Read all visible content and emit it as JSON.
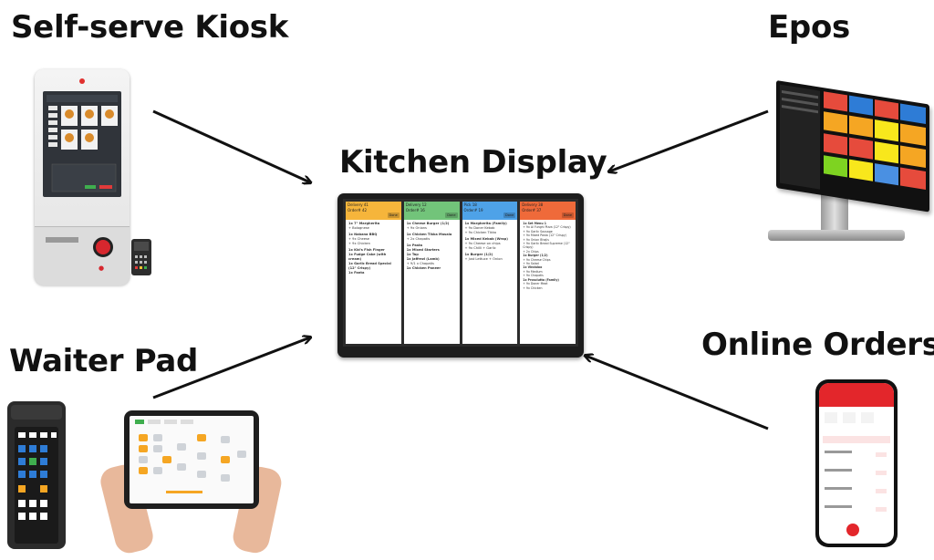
{
  "labels": {
    "kiosk": "Self-serve Kiosk",
    "epos": "Epos",
    "kitchen": "Kitchen Display",
    "waiter": "Waiter Pad",
    "online": "Online Orders"
  },
  "kitchen_columns": [
    {
      "color": "#f6b53b",
      "head1": "Delivery 41",
      "head2": "Order# 42",
      "done": "Done",
      "items": [
        "1x 7\" Margherita",
        "+ Bolognese",
        "1x Nabana BBQ",
        "+ 9x Cheese",
        "+ 9x Chicken",
        "1x Kid's Fish Finger",
        "1x Fudge Cake (with cream)",
        "1x Garlic Bread Special (12\" Crispy)",
        "1x Fanta"
      ]
    },
    {
      "color": "#72c47a",
      "head1": "Delivery 12",
      "head2": "Order# 16",
      "done": "Done",
      "items": [
        "1x Cheese Burger (1/2)",
        "+ 9x Onions",
        "1x Chicken Tikka Masala",
        "+ 2x Chapatis",
        "1x Pasta",
        "1x Mixed Starters",
        "1x Tap",
        "1x Jaffrezi (Lamb)",
        "+ 9/1 x Chapatis",
        "1x Chicken Paneer"
      ]
    },
    {
      "color": "#4ea2e8",
      "head1": "Pick 18",
      "head2": "Order# 19",
      "done": "Done",
      "items": [
        "1x Margherita (Family)",
        "+ 9x Doner Kebab",
        "+ 9x Chicken Tikka",
        "1x Mixed Kebab (Wrap)",
        "+ 9x Cheese on chips",
        "+ 9x Chilli + Garlic",
        "1x Burger (1/2)",
        "+ Just Lettuce + Onion"
      ]
    },
    {
      "color": "#ef6a3a",
      "head1": "Delivery 38",
      "head2": "Order# 37",
      "done": "Done",
      "items": [
        "1x Set Menu 1",
        "+ 9x Al Funghi Pizza (12\" Crispy)",
        "+ 9x Garlic Sausage",
        "+ 9x Mixed Pasta (12\" Crispy)",
        "+ 9x Onion Bhajis",
        "+ 9x Garlic Bread Supreme (12\" Crispy)",
        "+ 2x Chips",
        "1x Burger (1/2)",
        "+ 9x Cheese Chips",
        "+ 9x Salad",
        "1x Vindaloo",
        "+ 9x Medium",
        "+ 9x Chapatis",
        "1x Prosciutto (Family)",
        "+ 9x Doner Meat",
        "+ 9x Chicken"
      ]
    }
  ]
}
